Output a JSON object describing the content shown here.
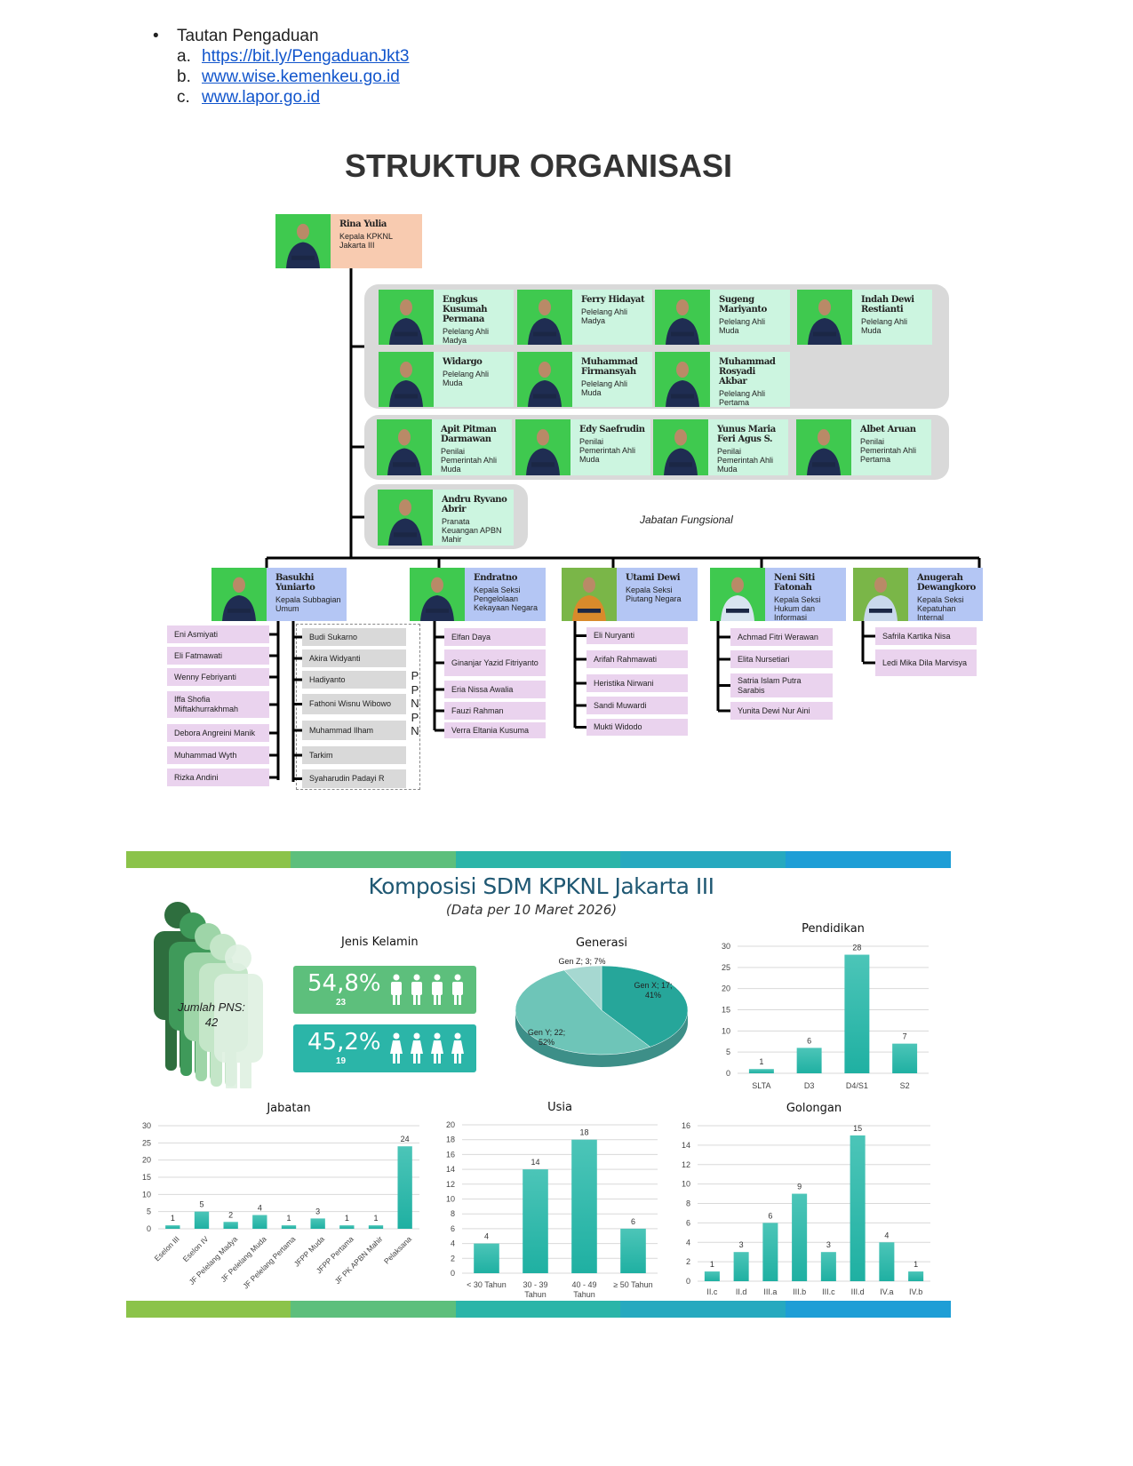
{
  "complaints": {
    "label": "Tautan Pengaduan",
    "items": [
      {
        "key": "a.",
        "text": "https://bit.ly/PengaduanJkt3"
      },
      {
        "key": "b.",
        "text": "www.wise.kemenkeu.go.id"
      },
      {
        "key": "c.",
        "text": "www.lapor.go.id"
      }
    ]
  },
  "org": {
    "title": "STRUKTUR ORGANISASI",
    "head": {
      "name": "Rina Yulia",
      "role": "Kepala KPKNL Jakarta III"
    },
    "group1": [
      {
        "name": "Engkus Kusumah Permana",
        "role": "Pelelang Ahli Madya"
      },
      {
        "name": "Ferry Hidayat",
        "role": "Pelelang Ahli Madya"
      },
      {
        "name": "Sugeng Mariyanto",
        "role": "Pelelang Ahli Muda"
      },
      {
        "name": "Indah Dewi Restianti",
        "role": "Pelelang Ahli Muda"
      },
      {
        "name": "Widargo",
        "role": "Pelelang Ahli Muda"
      },
      {
        "name": "Muhammad Firmansyah",
        "role": "Pelelang Ahli Muda"
      },
      {
        "name": "Muhammad Rosyadi Akbar",
        "role": "Pelelang Ahli Pertama"
      }
    ],
    "group2": [
      {
        "name": "Apit Pitman Darmawan",
        "role": "Penilai Pemerintah Ahli Muda"
      },
      {
        "name": "Edy Saefrudin",
        "role": "Penilai Pemerintah Ahli Muda"
      },
      {
        "name": "Yunus Maria Feri Agus S.",
        "role": "Penilai Pemerintah Ahli Muda"
      },
      {
        "name": "Albet Aruan",
        "role": "Penilai Pemerintah Ahli Pertama"
      }
    ],
    "group3": [
      {
        "name": "Andru Ryvano Abrir",
        "role": "Pranata Keuangan APBN Mahir"
      }
    ],
    "fungsional_label": "Jabatan Fungsional",
    "ppnpn_label": [
      "P",
      "P",
      "N",
      "P",
      "N"
    ],
    "sections": [
      {
        "name": "Basukhi Yuniarto",
        "role": "Kepala Subbagian Umum",
        "staff": [
          "Eni Asmiyati",
          "Eli Fatmawati",
          "Wenny Febriyanti",
          "Iffa Shofia Miftakhurrakhmah",
          "Debora Angreini Manik",
          "Muhammad Wyth",
          "Rizka Andini"
        ],
        "ppnpn": [
          "Budi Sukarno",
          "Akira Widyanti",
          "Hadiyanto",
          "Fathoni Wisnu Wibowo",
          "Muhammad Ilham",
          "Tarkim",
          "Syaharudin Padayi R"
        ]
      },
      {
        "name": "Endratno",
        "role": "Kepala Seksi Pengelolaan Kekayaan Negara",
        "staff": [
          "Elfan Daya",
          "Ginanjar Yazid Fitriyanto",
          "Eria Nissa Awalia",
          "Fauzi Rahman",
          "Verra Eltania Kusuma"
        ]
      },
      {
        "name": "Utami Dewi",
        "role": "Kepala Seksi Piutang Negara",
        "staff": [
          "Eli Nuryanti",
          "Arifah Rahmawati",
          "Heristika Nirwani",
          "Sandi Muwardi",
          "Mukti Widodo"
        ]
      },
      {
        "name": "Neni Siti Fatonah",
        "role": "Kepala Seksi Hukum dan Informasi",
        "staff": [
          "Achmad Fitri Werawan",
          "Elita Nursetiari",
          "Satria Islam Putra Sarabis",
          "Yunita Dewi Nur Aini"
        ]
      },
      {
        "name": "Anugerah Dewangkoro",
        "role": "Kepala Seksi Kepatuhan Internal",
        "staff": [
          "Safrila Kartika Nisa",
          "Ledi Mika Dila Marvisya"
        ]
      }
    ]
  },
  "infographic": {
    "title": "Komposisi SDM KPKNL Jakarta III",
    "subtitle": "(Data per 10 Maret 2026)",
    "pns_label": "Jumlah PNS:",
    "pns_total": "42",
    "gender": {
      "title": "Jenis Kelamin",
      "male": {
        "pct": "54,8%",
        "count": "23"
      },
      "female": {
        "pct": "45,2%",
        "count": "19"
      }
    },
    "colors": {
      "bar1": "#8bc34a",
      "bar2": "#5dbf7c",
      "bar3": "#2bb5a8",
      "bar4": "#26a9bf",
      "bar5": "#1e9ed6",
      "teal": "#2bb5a8"
    }
  },
  "chart_data": [
    {
      "id": "generasi",
      "type": "pie",
      "title": "Generasi",
      "slices": [
        {
          "label": "Gen X",
          "value": 17,
          "pct": "41%",
          "text": "Gen X; 17; 41%"
        },
        {
          "label": "Gen Y",
          "value": 22,
          "pct": "52%",
          "text": "Gen Y; 22; 52%"
        },
        {
          "label": "Gen Z",
          "value": 3,
          "pct": "7%",
          "text": "Gen Z; 3; 7%"
        }
      ]
    },
    {
      "id": "pendidikan",
      "type": "bar",
      "title": "Pendidikan",
      "categories": [
        "SLTA",
        "D3",
        "D4/S1",
        "S2"
      ],
      "values": [
        1,
        6,
        28,
        7
      ],
      "ylim": [
        0,
        30
      ],
      "yticks": [
        0,
        5,
        10,
        15,
        20,
        25,
        30
      ]
    },
    {
      "id": "jabatan",
      "type": "bar",
      "title": "Jabatan",
      "categories": [
        "Eselon III",
        "Eselon IV",
        "JF Pelelang Madya",
        "JF Pelelang Muda",
        "JF Pelelang Pertama",
        "JFPP Muda",
        "JFPP Pertama",
        "JF PK APBN Mahir",
        "Pelaksana"
      ],
      "values": [
        1,
        5,
        2,
        4,
        1,
        3,
        1,
        1,
        24
      ],
      "ylim": [
        0,
        30
      ],
      "yticks": [
        0,
        5,
        10,
        15,
        20,
        25,
        30
      ]
    },
    {
      "id": "usia",
      "type": "bar",
      "title": "Usia",
      "categories": [
        "< 30 Tahun",
        "30 - 39 Tahun",
        "40 - 49 Tahun",
        "≥ 50 Tahun"
      ],
      "values": [
        4,
        14,
        18,
        6
      ],
      "ylim": [
        0,
        20
      ],
      "yticks": [
        0,
        2,
        4,
        6,
        8,
        10,
        12,
        14,
        16,
        18,
        20
      ]
    },
    {
      "id": "golongan",
      "type": "bar",
      "title": "Golongan",
      "categories": [
        "II.c",
        "II.d",
        "III.a",
        "III.b",
        "III.c",
        "III.d",
        "IV.a",
        "IV.b"
      ],
      "values": [
        1,
        3,
        6,
        9,
        3,
        15,
        4,
        1
      ],
      "ylim": [
        0,
        16
      ],
      "yticks": [
        0,
        2,
        4,
        6,
        8,
        10,
        12,
        14,
        16
      ]
    }
  ]
}
